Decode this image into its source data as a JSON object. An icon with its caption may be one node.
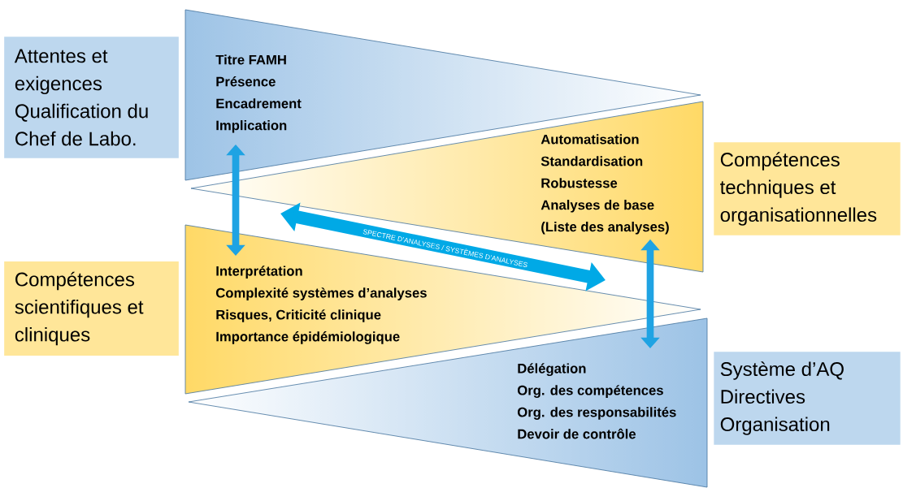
{
  "diagram": {
    "nodes": [
      {
        "text": [
          "Attentes et exigences Qualification du Chef de Labo."
        ]
      },
      {
        "text": [
          "Titre FAMH",
          "Présence",
          "Encadrement",
          "Implication"
        ]
      },
      {
        "text": [
          "Compétences techniques et organisationnelles"
        ]
      },
      {
        "text": [
          "Automatisation",
          "Standardisation",
          "Robustesse",
          "Analyses de base",
          "(Liste des analyses)"
        ]
      },
      {
        "text": [
          "Compétences scientifiques et cliniques"
        ]
      },
      {
        "text": [
          "Interprétation",
          "Complexité systèmes d’analyses",
          "Risques, Criticité clinique",
          "Importance épidémiologique"
        ]
      },
      {
        "text": [
          "Système d’AQ",
          "Directives",
          "Organisation"
        ]
      },
      {
        "text": [
          "Délégation",
          "Org. des compétences",
          "Org. des responsabilités",
          "Devoir de contrôle"
        ]
      }
    ],
    "edges": [
      {
        "from": 1,
        "to": 5,
        "arrow": "both"
      },
      {
        "from": 3,
        "to": 7,
        "arrow": "both"
      }
    ],
    "labels": [
      "SPECTRE D’ANALYSES / SYSTÈMES D’ANALYSES"
    ]
  }
}
